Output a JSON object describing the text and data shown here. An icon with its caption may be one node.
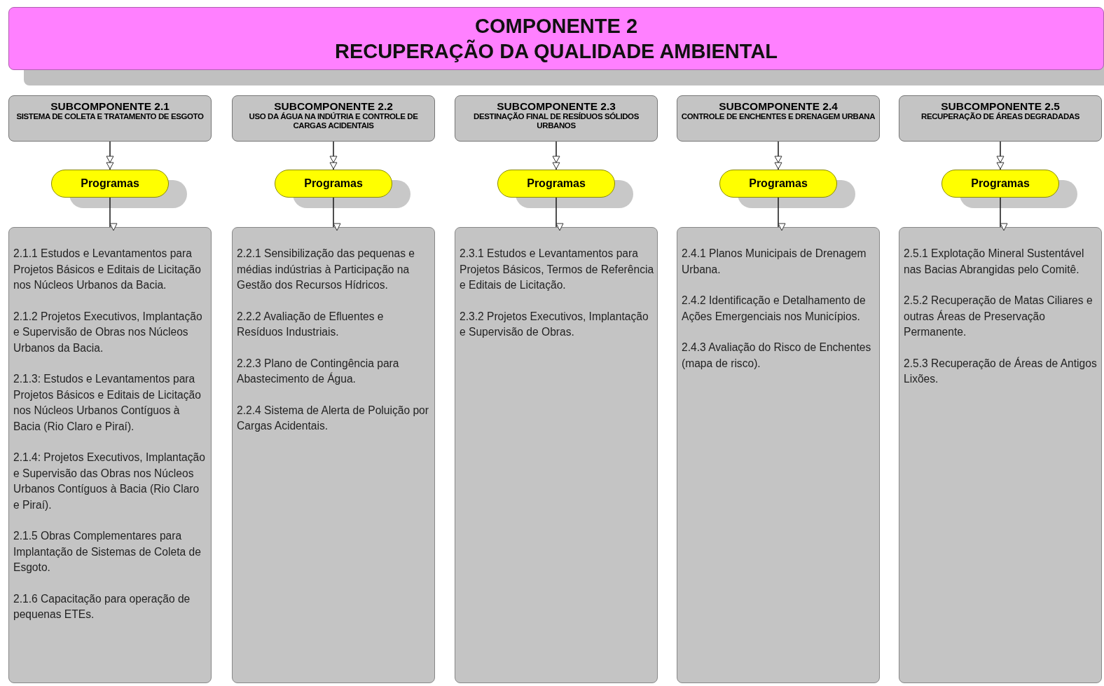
{
  "diagram": {
    "nodes": [
      {
        "text": [
          "COMPONENTE 2",
          "RECUPERAÇÃO DA QUALIDADE AMBIENTAL"
        ]
      },
      {
        "text": [
          "SUBCOMPONENTE 2.1",
          "SISTEMA DE COLETA E TRATAMENTO DE ESGOTO"
        ]
      },
      {
        "text": [
          "Programas"
        ]
      },
      {
        "text": [
          "2.1.1 Estudos e Levantamentos para Projetos Básicos e Editais de Licitação nos Núcleos Urbanos da Bacia.",
          "2.1.2 Projetos Executivos, Implantação e Supervisão de Obras nos Núcleos Urbanos da Bacia.",
          "2.1.3: Estudos e Levantamentos para Projetos Básicos e Editais de Licitação nos Núcleos Urbanos Contíguos à Bacia (Rio Claro e Piraí).",
          "2.1.4: Projetos Executivos, Implantação e Supervisão das Obras nos Núcleos Urbanos Contíguos à Bacia (Rio Claro e Piraí).",
          "2.1.5 Obras Complementares para Implantação de Sistemas de Coleta de Esgoto.",
          "2.1.6 Capacitação para operação de pequenas ETEs."
        ]
      },
      {
        "text": [
          "SUBCOMPONENTE 2.2",
          "USO DA ÁGUA NA INDÚTRIA E CONTROLE DE CARGAS ACIDENTAIS"
        ]
      },
      {
        "text": [
          "Programas"
        ]
      },
      {
        "text": [
          "2.2.1 Sensibilização das pequenas e médias indústrias à Participação na Gestão dos Recursos Hídricos.",
          "2.2.2 Avaliação de Efluentes e Resíduos Industriais.",
          "2.2.3 Plano de Contingência para Abastecimento de Água.",
          "2.2.4 Sistema de Alerta de Poluição por Cargas Acidentais."
        ]
      },
      {
        "text": [
          "SUBCOMPONENTE 2.3",
          "DESTINAÇÃO FINAL DE RESÍDUOS SÓLIDOS URBANOS"
        ]
      },
      {
        "text": [
          "Programas"
        ]
      },
      {
        "text": [
          "2.3.1 Estudos e Levantamentos para Projetos Básicos, Termos de Referência e Editais de Licitação.",
          "2.3.2 Projetos Executivos, Implantação e Supervisão de Obras."
        ]
      },
      {
        "text": [
          "SUBCOMPONENTE 2.4",
          "CONTROLE DE ENCHENTES E DRENAGEM URBANA"
        ]
      },
      {
        "text": [
          "Programas"
        ]
      },
      {
        "text": [
          "2.4.1 Planos Municipais de Drenagem Urbana.",
          "2.4.2 Identificação e Detalhamento de Ações Emergenciais nos Municípios.",
          "2.4.3 Avaliação do Risco de Enchentes (mapa de risco)."
        ]
      },
      {
        "text": [
          "SUBCOMPONENTE 2.5",
          "RECUPERAÇÃO DE ÁREAS DEGRADADAS"
        ]
      },
      {
        "text": [
          "Programas"
        ]
      },
      {
        "text": [
          "2.5.1 Explotação Mineral Sustentável nas Bacias Abrangidas pelo Comitê.",
          "2.5.2 Recuperação de Matas Ciliares e outras Áreas de Preservação Permanente.",
          "2.5.3 Recuperação de Áreas de Antigos Lixões."
        ]
      }
    ],
    "edges": [
      {
        "from": 1,
        "to": 2,
        "arrow": "to"
      },
      {
        "from": 2,
        "to": 3,
        "arrow": "to"
      },
      {
        "from": 4,
        "to": 5,
        "arrow": "to"
      },
      {
        "from": 5,
        "to": 6,
        "arrow": "to"
      },
      {
        "from": 7,
        "to": 8,
        "arrow": "to"
      },
      {
        "from": 8,
        "to": 9,
        "arrow": "to"
      },
      {
        "from": 10,
        "to": 11,
        "arrow": "to"
      },
      {
        "from": 11,
        "to": 12,
        "arrow": "to"
      },
      {
        "from": 13,
        "to": 14,
        "arrow": "to"
      },
      {
        "from": 14,
        "to": 15,
        "arrow": "to"
      }
    ]
  }
}
